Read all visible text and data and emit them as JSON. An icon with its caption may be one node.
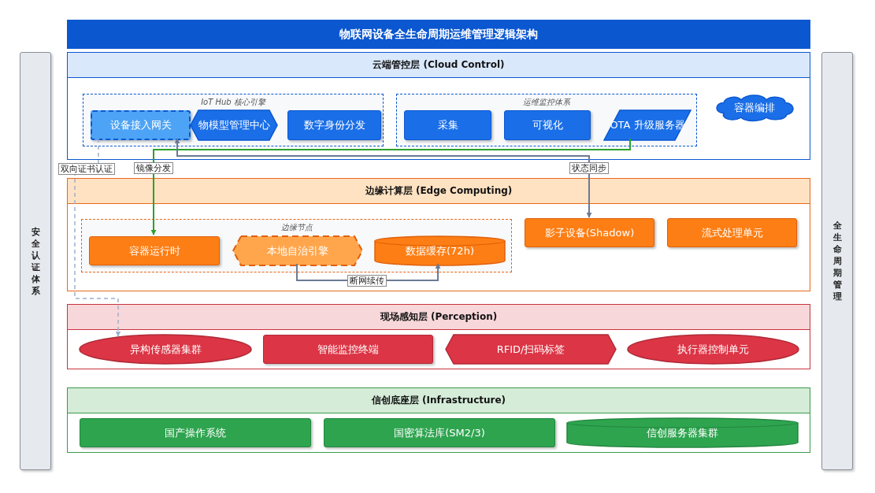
{
  "diagram": {
    "title": "物联网设备全生命周期运维管理逻辑架构",
    "nodes": [
      {
        "text": [
          "安全认证体系"
        ]
      },
      {
        "text": [
          "云端管控层 (Cloud Control)"
        ]
      },
      {
        "text": [
          "IoT Hub 核心引擎"
        ],
        "in": 1
      },
      {
        "text": [
          "设备接入网关"
        ],
        "in": 2
      },
      {
        "text": [
          "物模型管理中心"
        ],
        "in": 2
      },
      {
        "text": [
          "数字身份分发"
        ],
        "in": 2
      },
      {
        "text": [
          "运维监控体系"
        ],
        "in": 1
      },
      {
        "text": [
          "采集"
        ],
        "in": 6
      },
      {
        "text": [
          "可视化"
        ],
        "in": 6
      },
      {
        "text": [
          "OTA 升级服务器"
        ],
        "in": 6
      },
      {
        "text": [
          "容器编排"
        ],
        "in": 1
      },
      {
        "text": [
          "边缘计算层 (Edge Computing)"
        ]
      },
      {
        "text": [
          "边缘节点"
        ],
        "in": 11
      },
      {
        "text": [
          "容器运行时"
        ],
        "in": 12
      },
      {
        "text": [
          "本地自治引擎"
        ],
        "in": 12
      },
      {
        "text": [
          "数据缓存(72h)"
        ],
        "in": 12
      },
      {
        "text": [
          "影子设备(Shadow)"
        ],
        "in": 11
      },
      {
        "text": [
          "流式处理单元"
        ],
        "in": 11
      },
      {
        "text": [
          "现场感知层 (Perception)"
        ]
      },
      {
        "text": [
          "异构传感器集群"
        ],
        "in": 18
      },
      {
        "text": [
          "智能监控终端"
        ],
        "in": 18
      },
      {
        "text": [
          "RFID/扫码标签"
        ],
        "in": 18
      },
      {
        "text": [
          "执行器控制单元"
        ],
        "in": 18
      },
      {
        "text": [
          "信创底座层 (Infrastructure)"
        ]
      },
      {
        "text": [
          "国产操作系统"
        ],
        "in": 23
      },
      {
        "text": [
          "国密算法库(SM2/3)"
        ],
        "in": 23
      },
      {
        "text": [
          "信创服务器集群"
        ],
        "in": 23
      },
      {
        "text": [
          "全生命周期管理"
        ]
      }
    ],
    "edges": [
      {
        "from": 9,
        "to": 13,
        "arrow": "to",
        "label": "镜像分发",
        "color": "#2ca02c"
      },
      {
        "from": 3,
        "to": 16,
        "arrow": "both",
        "label": "状态同步"
      },
      {
        "from": 14,
        "to": 15,
        "arrow": "to",
        "label": "断网续传"
      },
      {
        "from": 3,
        "to": 19,
        "arrow": "to",
        "label": "双向证书认证",
        "style": "dashed",
        "color": "#9fb0cc"
      }
    ]
  }
}
